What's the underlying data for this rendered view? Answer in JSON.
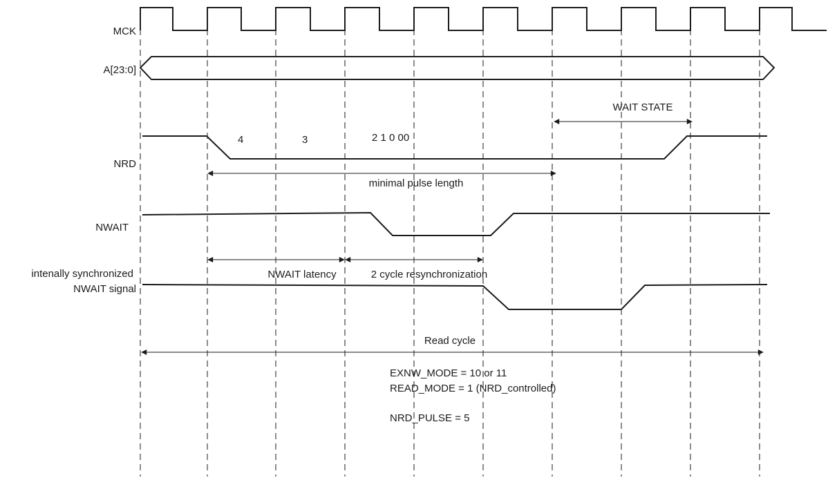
{
  "signals": {
    "mck": "MCK",
    "addr": "A[23:0]",
    "nrd": "NRD",
    "nwait": "NWAIT",
    "sync_line1": "intenally synchronized",
    "sync_line2": "NWAIT signal"
  },
  "counter": {
    "c4": "4",
    "c3": "3",
    "c210": "2 1 0 00"
  },
  "annotations": {
    "wait_state": "WAIT STATE",
    "min_pulse": "minimal pulse length",
    "nwait_latency": "NWAIT latency",
    "resync": "2 cycle resynchronization",
    "read_cycle": "Read cycle"
  },
  "notes": {
    "exnw_mode": "EXNW_MODE = 10 or 11",
    "read_mode": "READ_MODE = 1 (NRD_controlled)",
    "nrd_pulse": "NRD_PULSE = 5"
  }
}
